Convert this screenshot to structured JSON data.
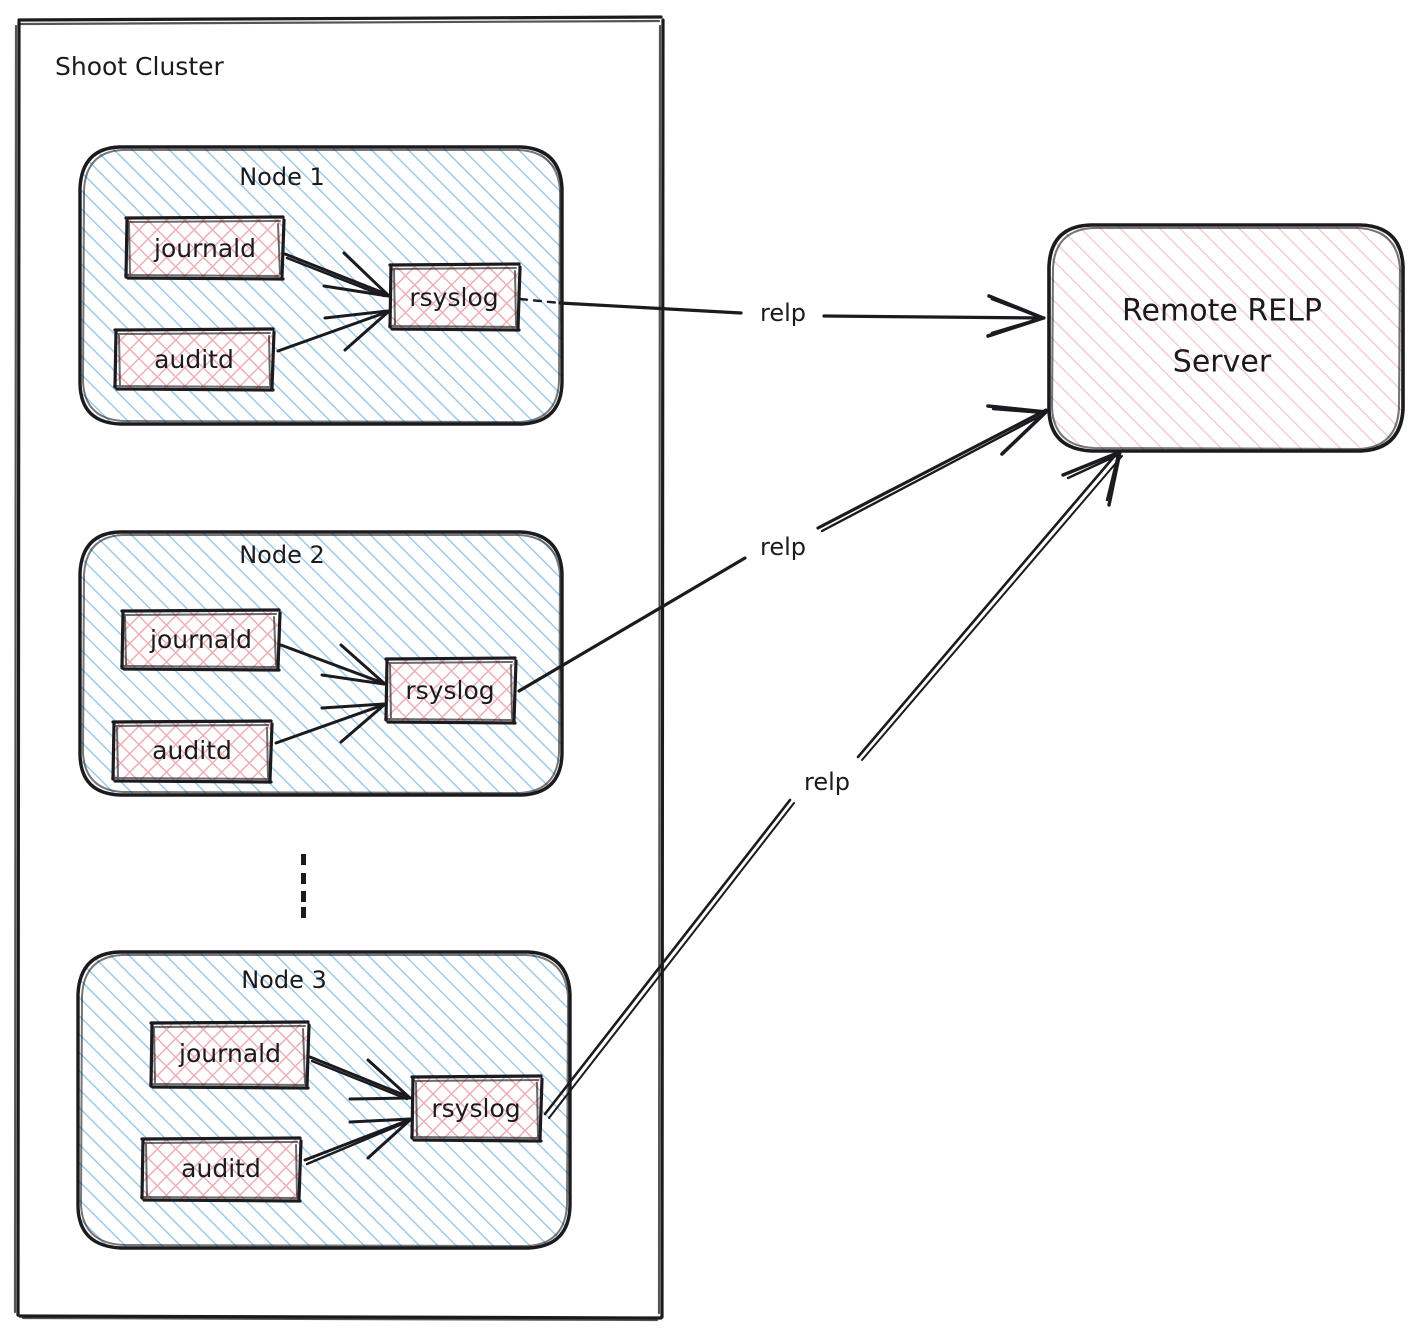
{
  "diagram": {
    "type": "architecture-flow",
    "title_visible": false,
    "cluster": {
      "label": "Shoot Cluster",
      "shape": "rectangle",
      "fill": "none",
      "stroke": "#1b1b1f"
    },
    "nodes": [
      {
        "label": "Node 1",
        "fill_hatch": "#8fc3ea",
        "processes": [
          {
            "label": "journald",
            "fill_hatch": "#e8a0a8"
          },
          {
            "label": "auditd",
            "fill_hatch": "#e8a0a8"
          },
          {
            "label": "rsyslog",
            "fill_hatch": "#e8a0a8"
          }
        ]
      },
      {
        "label": "Node 2",
        "fill_hatch": "#8fc3ea",
        "processes": [
          {
            "label": "journald",
            "fill_hatch": "#e8a0a8"
          },
          {
            "label": "auditd",
            "fill_hatch": "#e8a0a8"
          },
          {
            "label": "rsyslog",
            "fill_hatch": "#e8a0a8"
          }
        ]
      },
      {
        "label": "Node 3",
        "fill_hatch": "#8fc3ea",
        "processes": [
          {
            "label": "journald",
            "fill_hatch": "#e8a0a8"
          },
          {
            "label": "auditd",
            "fill_hatch": "#e8a0a8"
          },
          {
            "label": "rsyslog",
            "fill_hatch": "#e8a0a8"
          }
        ]
      }
    ],
    "ellipsis": "⋮",
    "server": {
      "label_line1": "Remote RELP",
      "label_line2": "Server",
      "fill_hatch": "#e8a0a8",
      "shape": "rounded-rectangle"
    },
    "edges": [
      {
        "from": "Node 1 rsyslog",
        "to": "Remote RELP Server",
        "label": "relp"
      },
      {
        "from": "Node 2 rsyslog",
        "to": "Remote RELP Server",
        "label": "relp"
      },
      {
        "from": "Node 3 rsyslog",
        "to": "Remote RELP Server",
        "label": "relp"
      }
    ],
    "internal_edges": [
      {
        "from": "journald",
        "to": "rsyslog",
        "label": ""
      },
      {
        "from": "auditd",
        "to": "rsyslog",
        "label": ""
      }
    ],
    "colors": {
      "ink": "#1b1b1f",
      "node_hatch": "#8fc3ea",
      "process_hatch": "#e8a0a8"
    }
  }
}
